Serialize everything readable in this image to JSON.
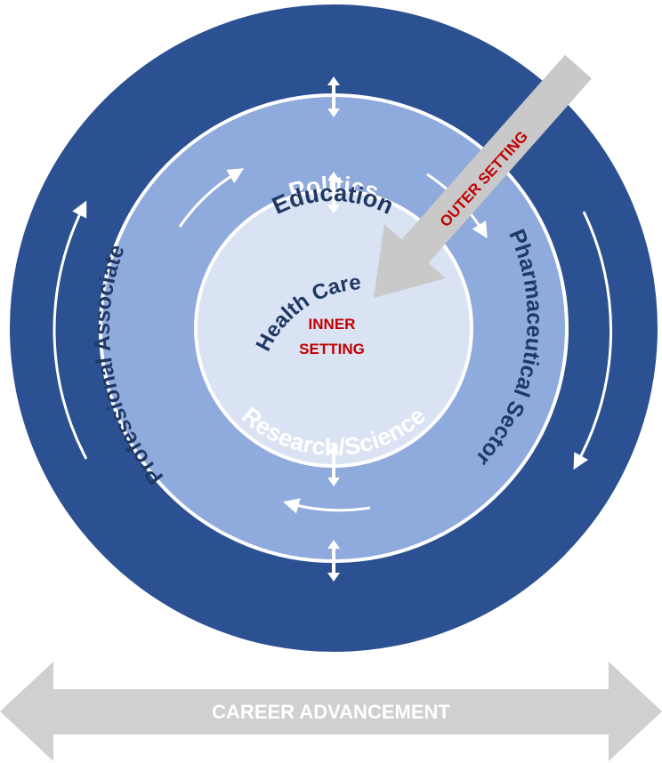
{
  "outer_ring": {
    "top_label": "Politics",
    "bottom_label": "Research/Science"
  },
  "middle_ring": {
    "top_label": "Education",
    "left_label": "Professional Associate",
    "right_label": "Pharmaceutical Sector"
  },
  "inner_circle": {
    "label": "Health Care",
    "setting_line1": "INNER",
    "setting_line2": "SETTING"
  },
  "outer_setting_arrow": {
    "label": "OUTER SETTING"
  },
  "career_arrow": {
    "label": "CAREER ADVANCEMENT"
  },
  "colors": {
    "outer_ring": "#2c5192",
    "middle_ring": "#8faadc",
    "inner_circle": "#dae3f3",
    "separator": "#ffffff",
    "dark_text": "#1f3864",
    "red_text": "#c00000",
    "gray_arrow": "#c9c9c9"
  }
}
